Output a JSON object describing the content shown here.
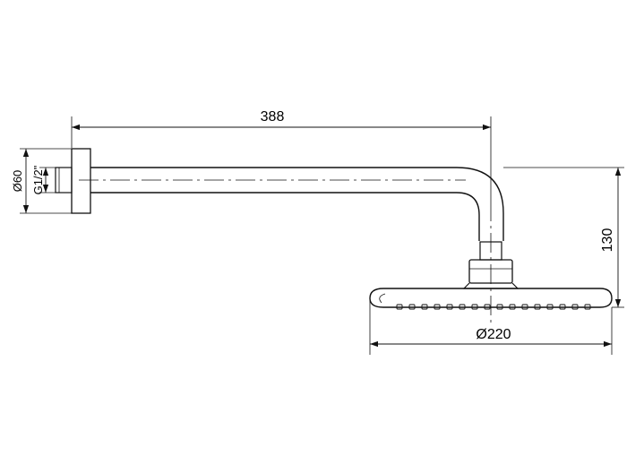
{
  "dimensions": {
    "arm_length": "388",
    "drop_height": "130",
    "head_diameter": "Ø220",
    "flange_diameter": "Ø60",
    "thread": "G1/2\""
  },
  "colors": {
    "line": "#111111",
    "background": "#ffffff"
  }
}
